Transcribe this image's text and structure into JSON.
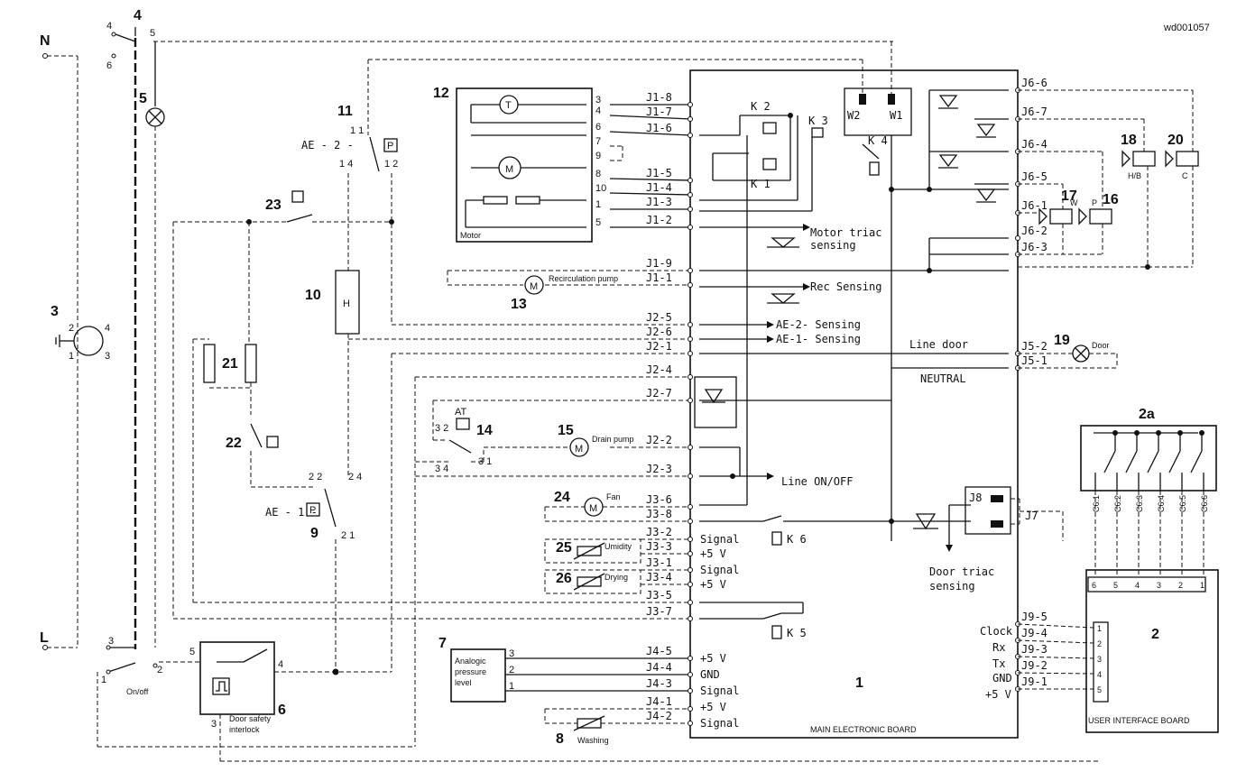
{
  "ref": "wd001057",
  "components": {
    "c1": "1",
    "c2": "2",
    "c2a": "2a",
    "c3": "3",
    "c4": "4",
    "c5": "5",
    "c6": "6",
    "c7": "7",
    "c8": "8",
    "c9": "9",
    "c10": "10",
    "c11": "11",
    "c12": "12",
    "c13": "13",
    "c14": "14",
    "c15": "15",
    "c16": "16",
    "c17": "17",
    "c18": "18",
    "c19": "19",
    "c20": "20",
    "c21": "21",
    "c22": "22",
    "c23": "23",
    "c24": "24",
    "c25": "25",
    "c26": "26"
  },
  "mains": {
    "n": "N",
    "l": "L"
  },
  "captions": {
    "main_board": "MAIN ELECTRONIC BOARD",
    "ui_board": "USER INTERFACE BOARD",
    "motor": "Motor",
    "recirc": "Recirculation pump",
    "drain": "Drain pump",
    "fan": "Fan",
    "umidity": "Umidity",
    "drying": "Drying",
    "washing": "Washing",
    "door": "Door",
    "onoff": "On/off",
    "door_interlock_1": "Door safety",
    "door_interlock_2": "interlock",
    "pressure_1": "Analogic",
    "pressure_2": "pressure",
    "pressure_3": "level",
    "hb": "H/B",
    "c": "C",
    "w": "W",
    "p": "P",
    "at": "AT",
    "h": "H",
    "t": "T",
    "m": "M"
  },
  "pressure_switches": {
    "ae2": "AE - 2 -",
    "ae1": "AE - 1 -"
  },
  "board_labels": {
    "motor_triac_1": "Motor triac",
    "motor_triac_2": "sensing",
    "rec_sensing": "Rec Sensing",
    "ae2_sensing": "AE-2- Sensing",
    "ae1_sensing": "AE-1- Sensing",
    "line_door": "Line door",
    "neutral": "NEUTRAL",
    "line_onoff": "Line ON/OFF",
    "door_triac_1": "Door triac",
    "door_triac_2": "sensing",
    "signal": "Signal",
    "plus5v": "+5 V",
    "gnd": "GND",
    "clock": "Clock",
    "rx": "Rx",
    "tx": "Tx"
  },
  "relays": {
    "k1": "K 1",
    "k2": "K 2",
    "k3": "K 3",
    "k4": "K 4",
    "k5": "K 5",
    "k6": "K 6",
    "w1": "W1",
    "w2": "W2"
  },
  "left_connectors": {
    "j1": [
      "J1-8",
      "J1-7",
      "J1-6",
      "J1-5",
      "J1-4",
      "J1-3",
      "J1-2",
      "J1-9",
      "J1-1"
    ],
    "j2": [
      "J2-5",
      "J2-6",
      "J2-1",
      "J2-4",
      "J2-7",
      "J2-2",
      "J2-3"
    ],
    "j3": [
      "J3-6",
      "J3-8",
      "J3-2",
      "J3-3",
      "J3-1",
      "J3-4",
      "J3-5",
      "J3-7"
    ],
    "j4": [
      "J4-5",
      "J4-4",
      "J4-3",
      "J4-1",
      "J4-2"
    ]
  },
  "right_connectors": {
    "j6": [
      "J6-6",
      "J6-7",
      "J6-4",
      "J6-5",
      "J6-1",
      "J6-2",
      "J6-3"
    ],
    "j5": [
      "J5-2",
      "J5-1"
    ],
    "j7": "J7",
    "j8": "J8",
    "j9": [
      "J9-5",
      "J9-4",
      "J9-3",
      "J9-2",
      "J9-1"
    ]
  },
  "motor_pins": [
    "3",
    "4",
    "6",
    "7",
    "9",
    "8",
    "10",
    "1",
    "5"
  ],
  "pressure_pins": [
    "3",
    "2",
    "1"
  ],
  "ui_pins_top": [
    "6",
    "5",
    "4",
    "3",
    "2",
    "1"
  ],
  "ui_pins_side": [
    "1",
    "2",
    "3",
    "4",
    "5"
  ],
  "c6_labels": [
    "C6.1",
    "C6.2",
    "C6.3",
    "C6.4",
    "C6.5",
    "C6.6"
  ],
  "pin_numbers": {
    "s4_4": "4",
    "s4_5": "5",
    "s4_6": "6",
    "s11_11": "1 1",
    "s11_14": "1 4",
    "s11_12": "1 2",
    "s9_22": "2 2",
    "s9_24": "2 4",
    "s9_21": "2 1",
    "s14_32": "3 2",
    "s14_34": "3 4",
    "s14_31": "3 1",
    "m3_1": "1",
    "m3_2": "2",
    "m3_3": "3",
    "m3_4": "4",
    "sw_1": "1",
    "sw_2": "2",
    "sw_3": "3",
    "di_5": "5",
    "di_4": "4",
    "di_3": "3"
  }
}
